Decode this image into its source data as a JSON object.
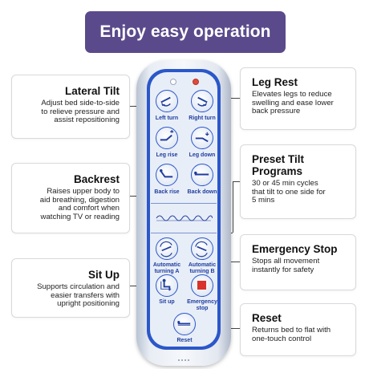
{
  "banner": {
    "title": "Enjoy easy operation"
  },
  "colors": {
    "banner_bg": "#5b4a8b",
    "remote_accent": "#2b57c9",
    "stop_red": "#d8322a",
    "dot": "#2f3c73"
  },
  "features": {
    "lateral_tilt": {
      "title": "Lateral Tilt",
      "desc": [
        "Adjust bed side-to-side",
        "to relieve pressure and",
        "assist repositioning"
      ]
    },
    "backrest": {
      "title": "Backrest",
      "desc": [
        "Raises upper body to",
        "aid breathing, digestion",
        "and comfort when",
        "watching TV or reading"
      ]
    },
    "sit_up": {
      "title": "Sit Up",
      "desc": [
        "Supports circulation and",
        "easier transfers with",
        "upright positioning"
      ]
    },
    "leg_rest": {
      "title": "Leg Rest",
      "desc": [
        "Elevates legs to reduce",
        "swelling and ease lower",
        "back pressure"
      ]
    },
    "preset_tilt": {
      "title": [
        "Preset Tilt",
        "Programs"
      ],
      "desc": [
        "30 or 45 min cycles",
        "that tilt to one side for",
        "5 mins"
      ]
    },
    "emergency_stop": {
      "title": "Emergency Stop",
      "desc": [
        "Stops all movement",
        "instantly for safety"
      ]
    },
    "reset": {
      "title": "Reset",
      "desc": [
        "Returns bed to flat with",
        "one-touch control"
      ]
    }
  },
  "remote": {
    "buttons": {
      "left_turn": "Left turn",
      "right_turn": "Right turn",
      "leg_rise": "Leg rise",
      "leg_down": "Leg down",
      "back_rise": "Back rise",
      "back_down": "Back down",
      "auto_a": [
        "Automatic",
        "turning A"
      ],
      "auto_b": [
        "Automatic",
        "turning B"
      ],
      "sit_up": "Sit up",
      "emergency_stop": [
        "Emergency",
        "stop"
      ],
      "reset": "Reset"
    },
    "icons": [
      "rotate-left-icon",
      "rotate-right-icon",
      "leg-rise-icon",
      "leg-down-icon",
      "back-rise-icon",
      "back-down-icon",
      "auto-turn-a-icon",
      "auto-turn-b-icon",
      "sit-up-icon",
      "stop-square-icon",
      "flat-bed-icon"
    ]
  }
}
